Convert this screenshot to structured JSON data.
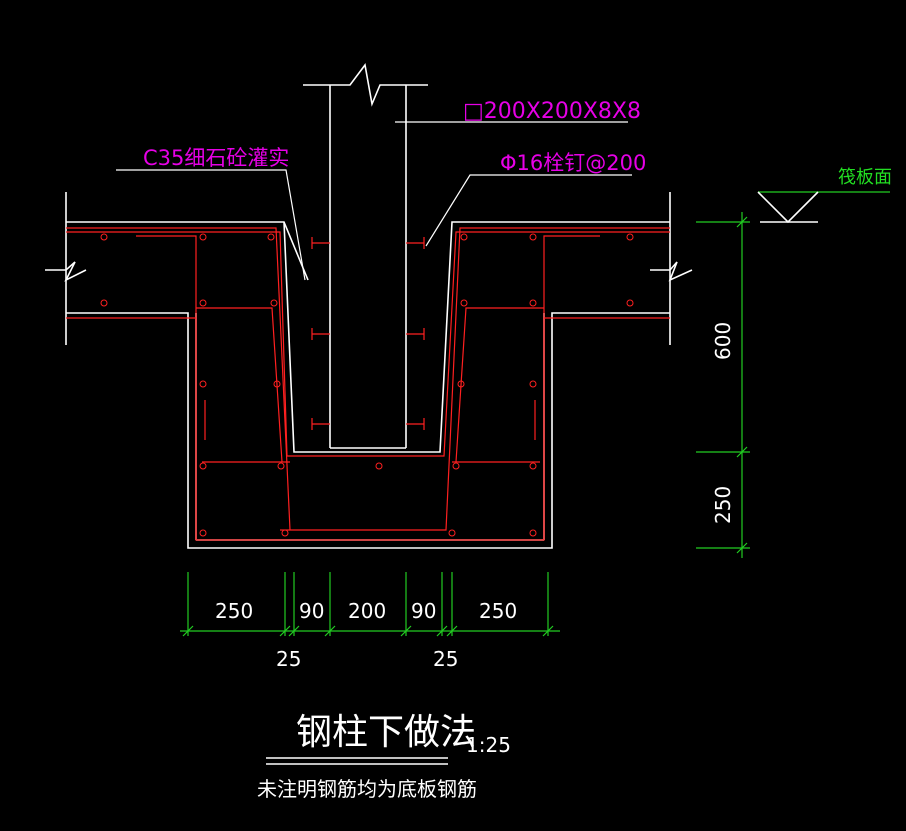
{
  "labels": {
    "column_section": "□200X200X8X8",
    "grout": "C35细石砼灌实",
    "studs": "Φ16栓钉@200",
    "raft_top": "筏板面"
  },
  "dimensions": {
    "horizontal_top": [
      "250",
      "90",
      "200",
      "90",
      "250"
    ],
    "horizontal_bottom": [
      "25",
      "25"
    ],
    "vertical": [
      "600",
      "250"
    ]
  },
  "title": {
    "main": "钢柱下做法",
    "scale": "1:25",
    "note": "未注明钢筋均为底板钢筋"
  },
  "colors": {
    "background": "#000000",
    "outline": "#ffffff",
    "rebar": "#ff2020",
    "annotation": "#e600e6",
    "dimension": "#22cc22"
  }
}
